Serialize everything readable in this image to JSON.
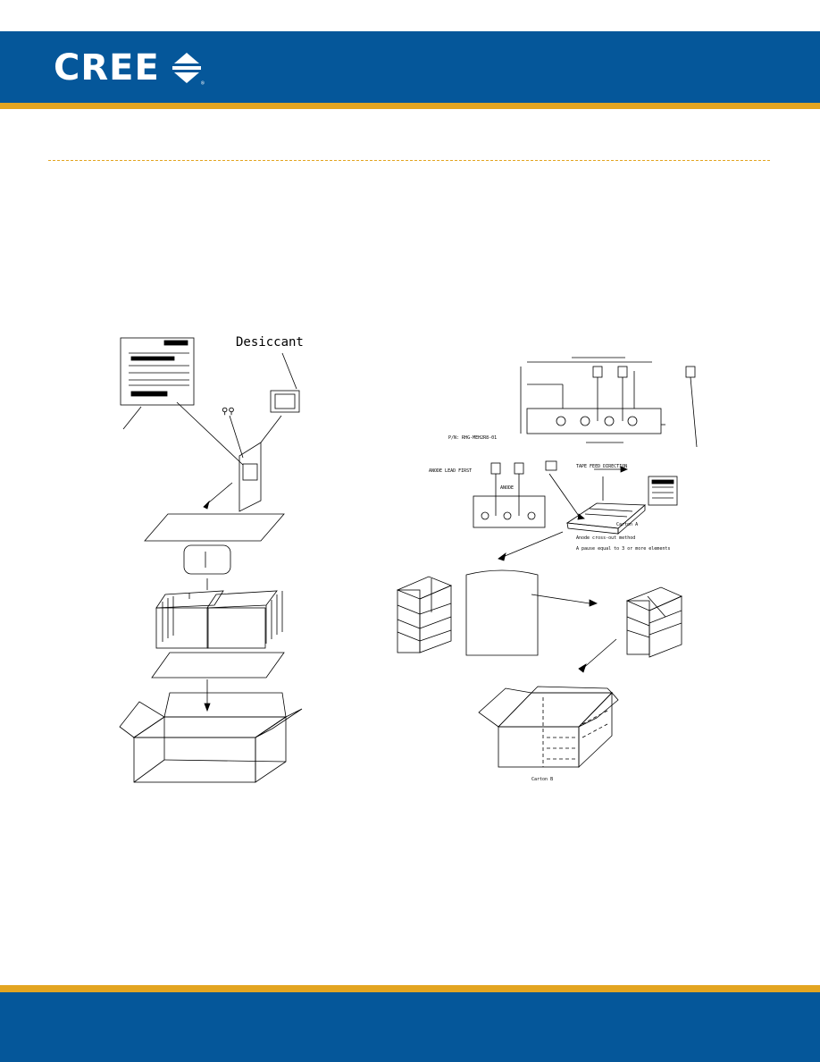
{
  "header": {
    "logo_text": "CREE",
    "logo_registered": "®",
    "brand_color": "#05579a",
    "accent_color": "#e3a521"
  },
  "left_figure": {
    "desiccant_label": "Desiccant"
  },
  "right_figure": {
    "carton_a_label": "Carton A",
    "carton_b_label": "Carton B",
    "tape_feed_label": "TAPE FEED DIRECTION",
    "anode_first_label": "ANODE LEAD FIRST",
    "anode_label": "ANODE",
    "anode_method_label": "Anode cross-out method",
    "pause_note_label": "A pause equal to 3 or more elements",
    "part_number_label": "P/N: RHG-MEH2R8-01"
  }
}
